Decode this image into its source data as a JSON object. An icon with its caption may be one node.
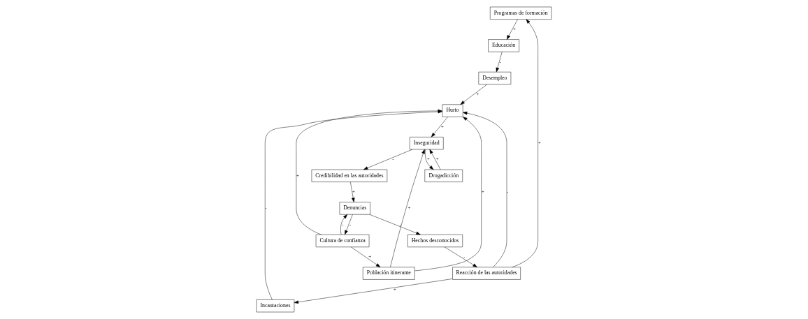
{
  "diagram": {
    "nodes": [
      {
        "text": [
          "Programas de formación"
        ]
      },
      {
        "text": [
          "Educación"
        ]
      },
      {
        "text": [
          "Desempleo"
        ]
      },
      {
        "text": [
          "Incautaciones"
        ]
      },
      {
        "text": [
          "Hurto"
        ]
      },
      {
        "text": [
          "Inseguridad"
        ]
      },
      {
        "text": [
          "Drogadicción"
        ]
      },
      {
        "text": [
          "Población itinerante"
        ]
      },
      {
        "text": [
          "Cultura de confianza"
        ]
      },
      {
        "text": [
          "Credibilidad en las autoridades"
        ]
      },
      {
        "text": [
          "Reacción de las autoridades"
        ]
      },
      {
        "text": [
          "Hechos desconocidos"
        ]
      },
      {
        "text": [
          "Denuncias"
        ]
      }
    ],
    "edges": [
      {
        "from": 0,
        "to": 1,
        "arrow": "to",
        "label": "+"
      },
      {
        "from": 1,
        "to": 2,
        "arrow": "to",
        "label": "-"
      },
      {
        "from": 2,
        "to": 4,
        "arrow": "to",
        "label": "+"
      },
      {
        "from": 3,
        "to": 4,
        "arrow": "to",
        "label": "-"
      },
      {
        "from": 4,
        "to": 5,
        "arrow": "to",
        "label": "+"
      },
      {
        "from": 5,
        "to": 6,
        "arrow": "to",
        "label": "+"
      },
      {
        "from": 6,
        "to": 5,
        "arrow": "to",
        "label": "+"
      },
      {
        "from": 7,
        "to": 4,
        "arrow": "to",
        "label": "+"
      },
      {
        "from": 7,
        "to": 5,
        "arrow": "to",
        "label": "+"
      },
      {
        "from": 8,
        "to": 7,
        "arrow": "to",
        "label": "+"
      },
      {
        "from": 8,
        "to": 4,
        "arrow": "to",
        "label": "+"
      },
      {
        "from": 8,
        "to": 12,
        "arrow": "to",
        "label": "-"
      },
      {
        "from": 12,
        "to": 8,
        "arrow": "to",
        "label": "-"
      },
      {
        "from": 5,
        "to": 9,
        "arrow": "to",
        "label": "-"
      },
      {
        "from": 9,
        "to": 12,
        "arrow": "to",
        "label": "+"
      },
      {
        "from": 12,
        "to": 11,
        "arrow": "to",
        "label": "-"
      },
      {
        "from": 11,
        "to": 10,
        "arrow": "to",
        "label": "-"
      },
      {
        "from": 10,
        "to": 0,
        "arrow": "to",
        "label": "+"
      },
      {
        "from": 10,
        "to": 3,
        "arrow": "to",
        "label": "+"
      },
      {
        "from": 10,
        "to": 4,
        "arrow": "to",
        "label": "-"
      }
    ]
  }
}
